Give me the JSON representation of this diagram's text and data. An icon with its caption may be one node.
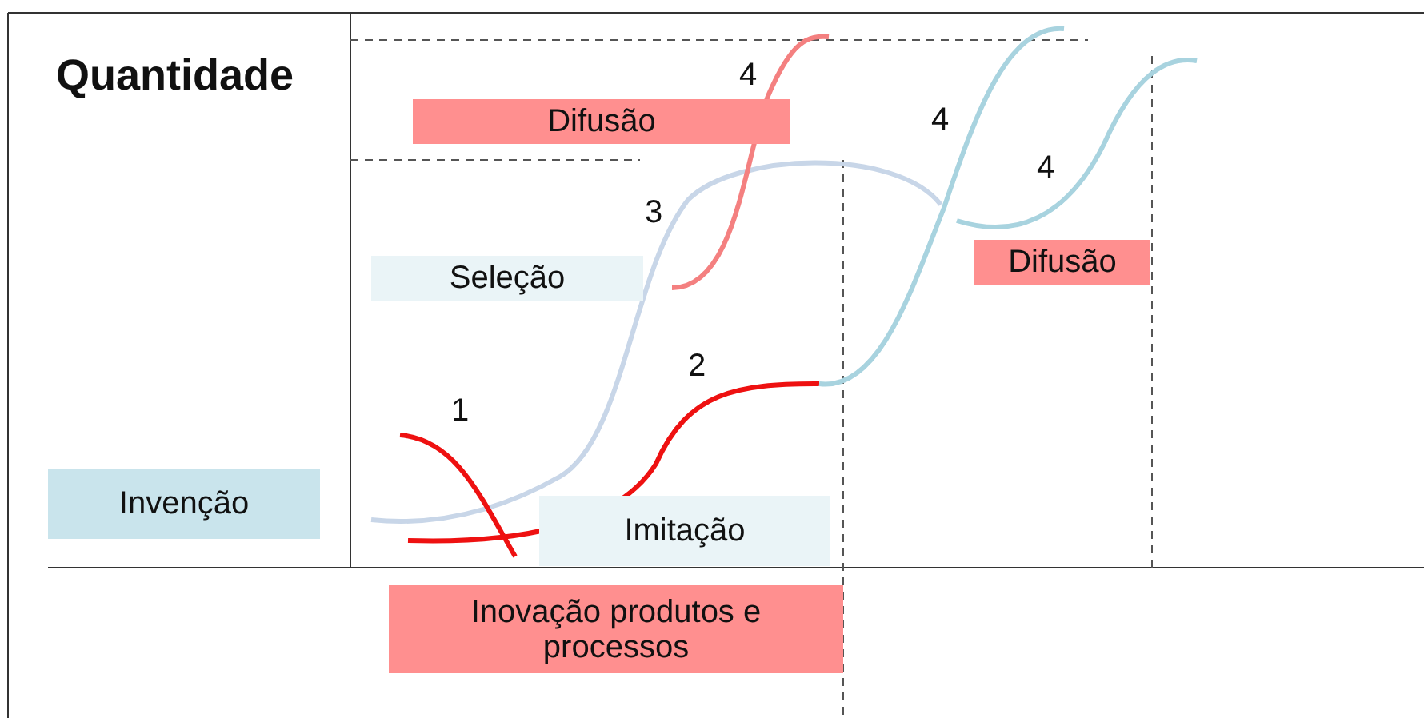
{
  "diagram": {
    "nodes": [
      {
        "text": [
          "Difusão"
        ]
      },
      {
        "text": [
          "Seleção"
        ]
      },
      {
        "text": [
          "Difusão"
        ]
      },
      {
        "text": [
          "Invenção"
        ]
      },
      {
        "text": [
          "Imitação"
        ]
      },
      {
        "text": [
          "Inovação produtos e processos"
        ]
      }
    ],
    "labels": [
      "Quantidade",
      "4",
      "4",
      "4",
      "3",
      "2",
      "1"
    ]
  }
}
